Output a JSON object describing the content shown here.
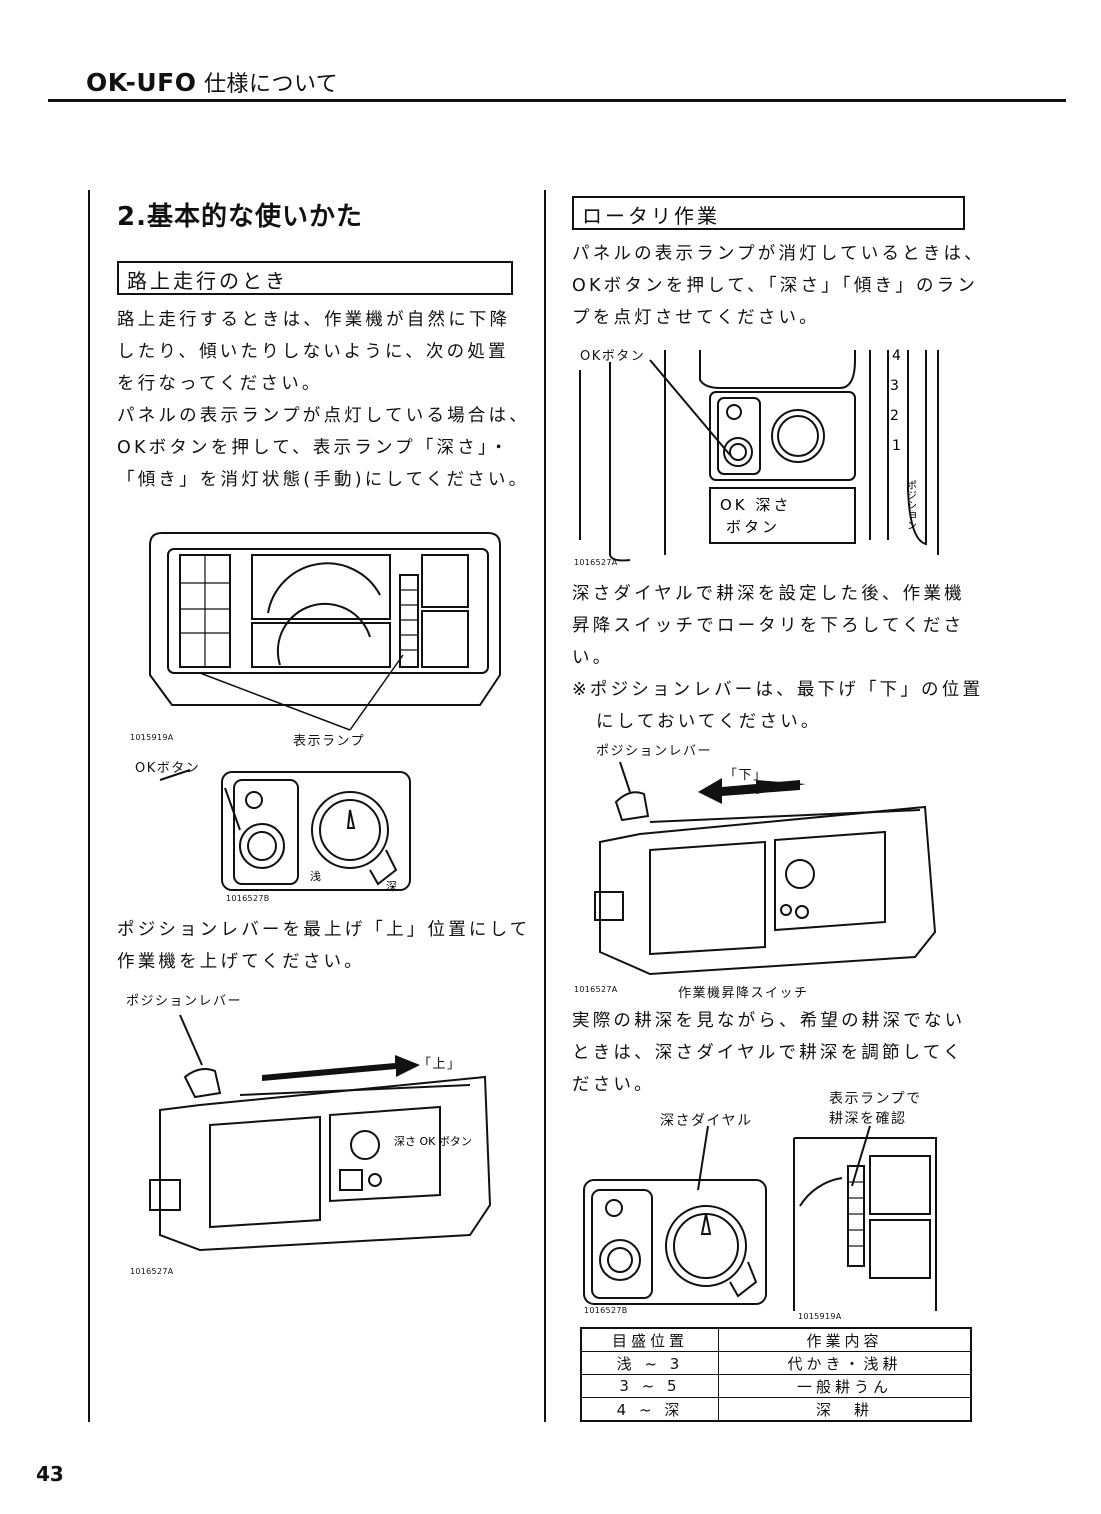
{
  "header": {
    "title_bold": "OK-UFO",
    "title_rest": " 仕様について"
  },
  "section": {
    "title": "2.基本的な使いかた"
  },
  "left": {
    "box_heading": "路上走行のとき",
    "para1": [
      "路上走行するときは、作業機が自然に下降",
      "したり、傾いたりしないように、次の処置",
      "を行なってください。",
      "パネルの表示ランプが点灯している場合は、",
      "OKボタンを押して、表示ランプ「深さ」・",
      "「傾き」を消灯状態(手動)にしてください。"
    ],
    "fig1_code": "1015919A",
    "fig1_label": "表示ランプ",
    "fig2_label": "OKボタン",
    "fig2_code": "1016527B",
    "fig2_dial_shallow": "浅",
    "fig2_dial_deep": "深",
    "para2": [
      "ポジションレバーを最上げ「上」位置にして",
      "作業機を上げてください。"
    ],
    "fig3_label": "ポジションレバー",
    "fig3_arrow": "「上」",
    "fig3_panel_text": "深さ OK ボタン",
    "fig3_code": "1016527A"
  },
  "right": {
    "box_heading": "ロータリ作業",
    "para1": [
      "パネルの表示ランプが消灯しているときは、",
      "OKボタンを押して、「深さ」「傾き」のラン",
      "プを点灯させてください。"
    ],
    "fig4_label": "OKボタン",
    "fig4_panel_line1": "OK  深さ",
    "fig4_panel_line2": "ボタン",
    "fig4_position_text": "ポジション",
    "fig4_code": "1016527A",
    "para2": [
      "深さダイヤルで耕深を設定した後、作業機",
      "昇降スイッチでロータリを下ろしてくださ",
      "い。",
      "※ポジションレバーは、最下げ「下」の位置",
      "にしておいてください。"
    ],
    "fig5_label": "ポジションレバー",
    "fig5_arrow": "「下」",
    "fig5_code": "1016527A",
    "fig5_caption": "作業機昇降スイッチ",
    "para3": [
      "実際の耕深を見ながら、希望の耕深でない",
      "ときは、深さダイヤルで耕深を調節してく",
      "ださい。"
    ],
    "fig6_label": "深さダイヤル",
    "fig6_lamp_line1": "表示ランプで",
    "fig6_lamp_line2": "耕深を確認",
    "fig6_code_left": "1016527B",
    "fig6_code_right": "1015919A",
    "table": {
      "headers": [
        "目盛位置",
        "作業内容"
      ],
      "rows": [
        [
          "浅 ~ 3",
          "代かき・浅耕"
        ],
        [
          "3 ~ 5",
          "一般耕うん"
        ],
        [
          "4 ~ 深",
          "深　耕"
        ]
      ]
    }
  },
  "page_number": "43"
}
